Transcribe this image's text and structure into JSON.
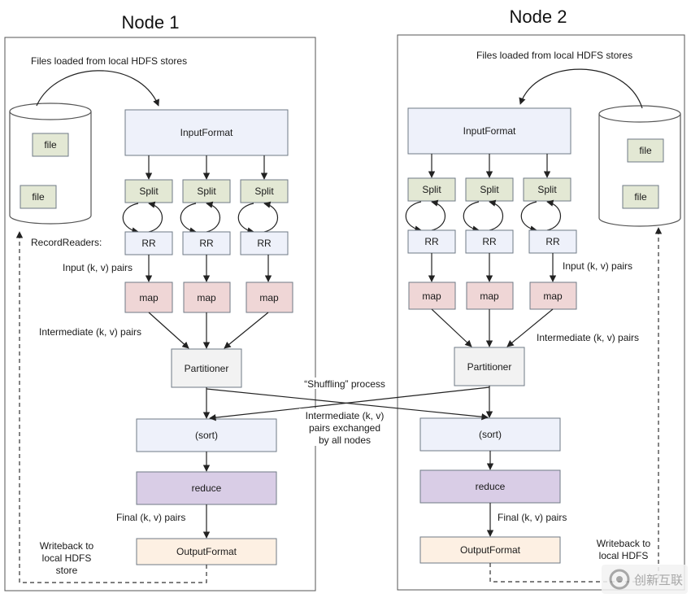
{
  "node1": {
    "title": "Node 1",
    "files_caption": "Files loaded from local HDFS stores",
    "file_labels": [
      "file",
      "file"
    ],
    "input_format": "InputFormat",
    "splits": [
      "Split",
      "Split",
      "Split"
    ],
    "record_readers_label": "RecordReaders:",
    "rr": [
      "RR",
      "RR",
      "RR"
    ],
    "input_pairs": "Input (k, v) pairs",
    "maps": [
      "map",
      "map",
      "map"
    ],
    "intermediate_pairs": "Intermediate (k, v) pairs",
    "partitioner": "Partitioner",
    "sort": "(sort)",
    "reduce": "reduce",
    "final_pairs": "Final (k, v) pairs",
    "output_format": "OutputFormat",
    "writeback": [
      "Writeback to",
      "local HDFS",
      "store"
    ]
  },
  "node2": {
    "title": "Node 2",
    "files_caption": "Files loaded from local HDFS stores",
    "file_labels": [
      "file",
      "file"
    ],
    "input_format": "InputFormat",
    "splits": [
      "Split",
      "Split",
      "Split"
    ],
    "rr": [
      "RR",
      "RR",
      "RR"
    ],
    "input_pairs": "Input (k, v) pairs",
    "maps": [
      "map",
      "map",
      "map"
    ],
    "intermediate_pairs": "Intermediate (k, v) pairs",
    "partitioner": "Partitioner",
    "sort": "(sort)",
    "reduce": "reduce",
    "final_pairs": "Final (k, v) pairs",
    "output_format": "OutputFormat",
    "writeback": [
      "Writeback to",
      "local HDFS"
    ]
  },
  "shuffle": {
    "title": "“Shuffling” process",
    "desc": [
      "Intermediate (k, v)",
      "pairs exchanged",
      "by all nodes"
    ]
  },
  "watermark": {
    "text": "创新互联"
  },
  "colors": {
    "input_format": "#eef1fa",
    "split": "#e3e8d4",
    "rr": "#eef1fa",
    "map": "#efd6d6",
    "partitioner": "#f2f2f2",
    "sort": "#eef1fa",
    "reduce": "#d9cde6",
    "output_format": "#fdf0e3"
  }
}
